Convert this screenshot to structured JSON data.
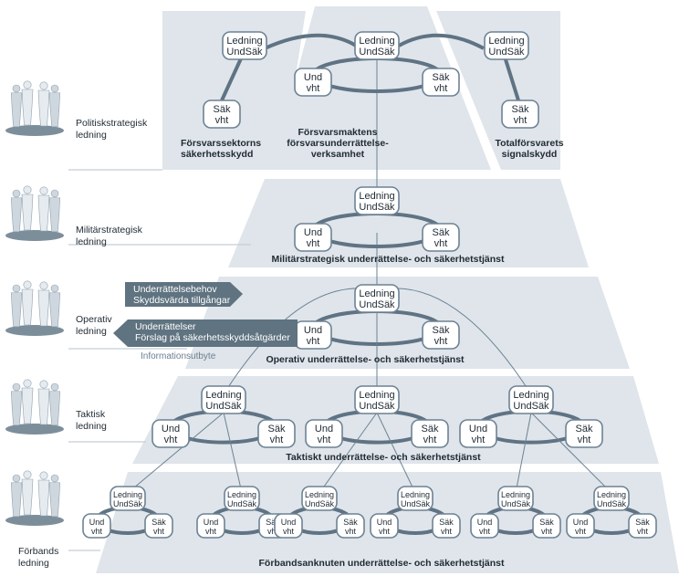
{
  "colors": {
    "band": "#dfe5ea",
    "node_border": "#6d8294",
    "ring": "#5f7384",
    "arrow": "#5f7380"
  },
  "left_levels": [
    {
      "label_lines": [
        "Politiskstrategisk",
        "ledning"
      ]
    },
    {
      "label_lines": [
        "Militärstrategisk",
        "ledning"
      ]
    },
    {
      "label_lines": [
        "Operativ",
        "ledning"
      ]
    },
    {
      "label_lines": [
        "Taktisk",
        "ledning"
      ]
    },
    {
      "label_lines": [
        "Förbands",
        "ledning"
      ]
    }
  ],
  "top_panels": [
    {
      "caption_lines": [
        "Försvarssektorns",
        "säkerhetsskydd"
      ]
    },
    {
      "caption_lines": [
        "Försvarsmaktens",
        "försvarsunderrättelse-",
        "verksamhet"
      ]
    },
    {
      "caption_lines": [
        "Totalförsvarets",
        "signalskydd"
      ]
    }
  ],
  "band_captions": {
    "militarstrategisk": "Militärstrategisk underrättelse- och säkerhetstjänst",
    "operativ": "Operativ underrättelse- och säkerhetstjänst",
    "taktisk": "Taktiskt underrättelse- och säkerhetstjänst",
    "forband": "Förbandsanknuten underrättelse- och säkerhetstjänst"
  },
  "nodes": {
    "ledning": [
      "Ledning",
      "UndSäk"
    ],
    "und": [
      "Und",
      "vht"
    ],
    "sak": [
      "Säk",
      "vht"
    ]
  },
  "arrows": {
    "upper": [
      "Underrättelsebehov",
      "Skyddsvärda tillgångar"
    ],
    "lower": [
      "Underrättelser",
      "Förslag på säkerhetsskyddsåtgärder"
    ],
    "exchange_label": "Informationsutbyte"
  }
}
